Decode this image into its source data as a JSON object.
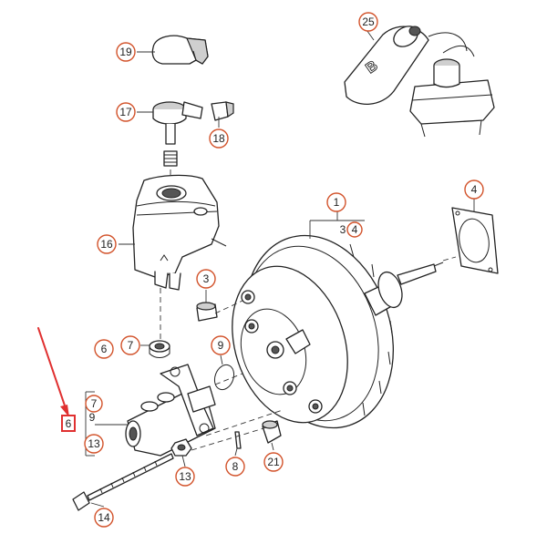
{
  "colors": {
    "callout": "#d2522a",
    "arrow": "#e03030",
    "ink": "#222222"
  },
  "callouts": {
    "c25": "25",
    "c19": "19",
    "c17": "17",
    "c18": "18",
    "c16": "16",
    "c1": "1",
    "c4": "4",
    "c3": "3",
    "c7": "7",
    "c6": "6",
    "c9": "9",
    "c13a": "13",
    "c13b": "13",
    "c8": "8",
    "c21": "21",
    "c14": "14"
  },
  "plain_labels": {
    "l3": "3",
    "l4": "4",
    "l7": "7",
    "l9": "9"
  },
  "highlight": {
    "label": "6"
  },
  "reservoir_mark": "B"
}
